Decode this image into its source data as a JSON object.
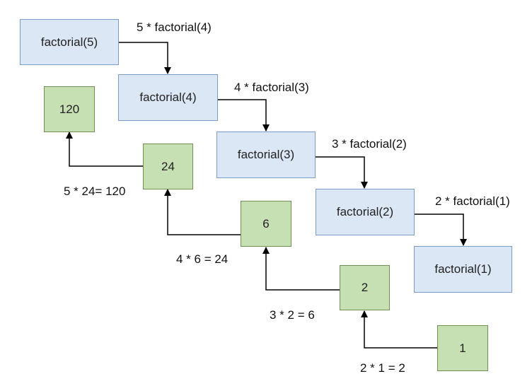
{
  "calls": [
    {
      "text": "factorial(5)",
      "expr": "5 * factorial(4)"
    },
    {
      "text": "factorial(4)",
      "expr": "4 * factorial(3)"
    },
    {
      "text": "factorial(3)",
      "expr": "3 * factorial(2)"
    },
    {
      "text": "factorial(2)",
      "expr": "2 * factorial(1)"
    },
    {
      "text": "factorial(1)"
    }
  ],
  "returns": [
    {
      "value": "120",
      "expr": "5 * 24= 120"
    },
    {
      "value": "24",
      "expr": "4 * 6 = 24"
    },
    {
      "value": "6",
      "expr": "3 * 2 = 6"
    },
    {
      "value": "2",
      "expr": "2 * 1 = 2"
    },
    {
      "value": "1"
    }
  ],
  "colors": {
    "call_fill": "#dbe7f5",
    "call_border": "#7a9cc6",
    "return_fill": "#c6e0b4",
    "return_border": "#6f8f55",
    "arrow": "#000000"
  }
}
